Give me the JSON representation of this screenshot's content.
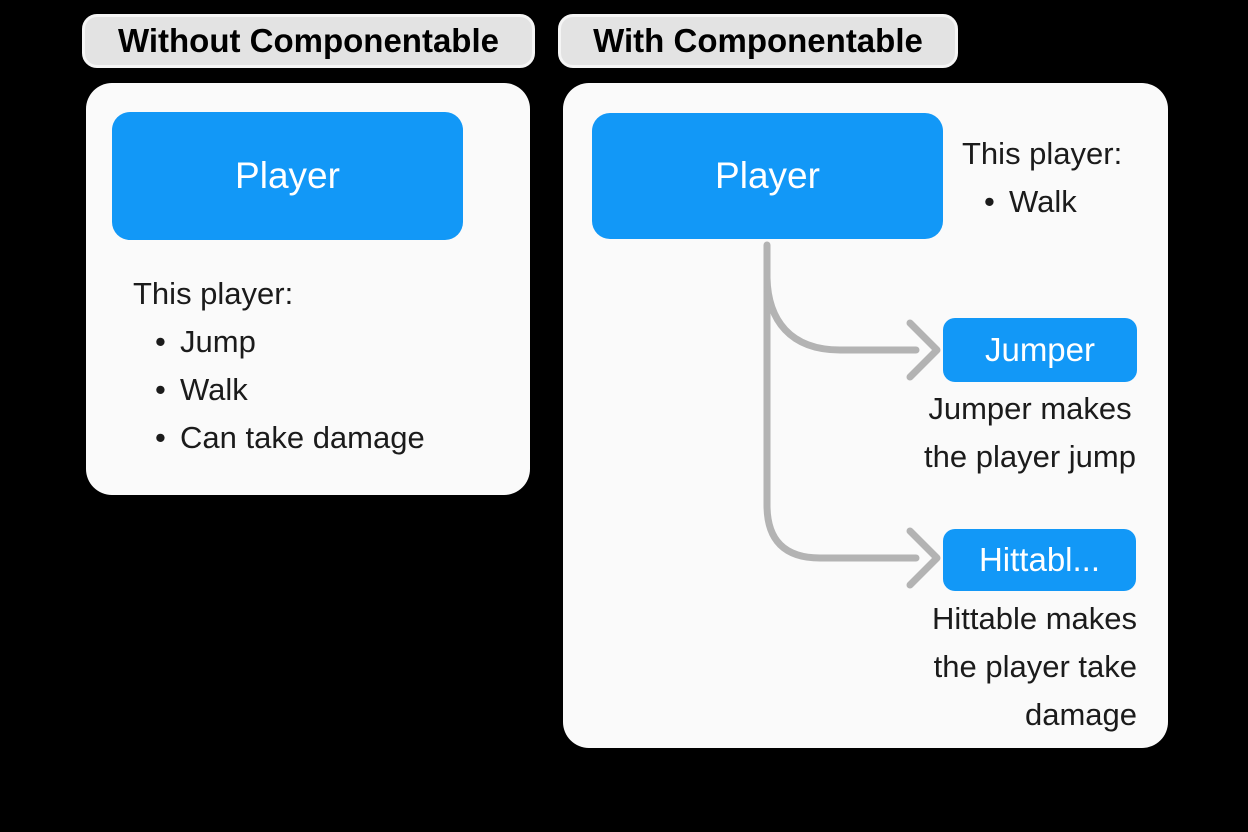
{
  "colors": {
    "background": "#000000",
    "card": "#FAFAFA",
    "pill": "#E3E3E3",
    "pill_border": "#F5F5F5",
    "blue": "#1298F7",
    "connector": "#B3B3B3",
    "text": "#1B1B1B",
    "box_text": "#FFFFFF"
  },
  "left_panel": {
    "header": "Without Componentable",
    "player_box": "Player",
    "list_title": "This player:",
    "bullets": [
      "Jump",
      "Walk",
      "Can take damage"
    ]
  },
  "right_panel": {
    "header": "With Componentable",
    "player_box": "Player",
    "list_title": "This player:",
    "bullets": [
      "Walk"
    ],
    "components": [
      {
        "box": "Jumper",
        "caption": "Jumper makes\nthe player jump"
      },
      {
        "box": "Hittabl...",
        "caption": "Hittable makes\nthe player take\ndamage"
      }
    ]
  }
}
